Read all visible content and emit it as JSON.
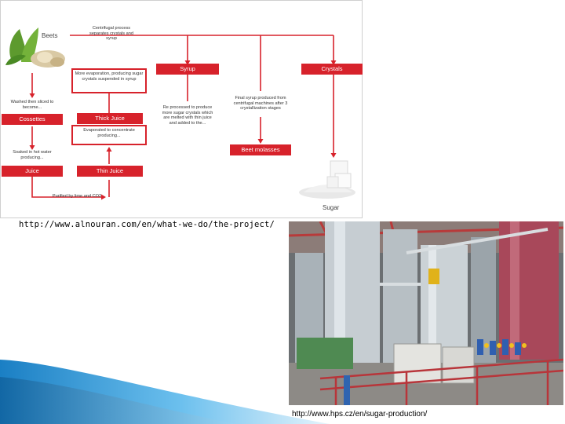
{
  "flow": {
    "beets": "Beets",
    "centrifugal_note": "Centrifugal process separates crystals and syrup",
    "syrup": "Syrup",
    "crystals": "Crystals",
    "evaporation_note": "More evaporation, producing sugar crystals suspended in syrup",
    "washed_note": "Washed then sliced to become...",
    "cossettes": "Cossettes",
    "thick_juice": "Thick Juice",
    "reprocessed_note": "Re processed to produce more sugar crystals which are melted with thin juice and added to the...",
    "final_syrup_note": "Final syrup produced from centrifugal machines after 3 crystallization stages",
    "concentrate_note": "Evaporated to concentrate producing...",
    "soaked_note": "Soaked in hot water producing...",
    "juice": "Juice",
    "thin_juice": "Thin Juice",
    "beet_molasses": "Beet molasses",
    "purified_note": "Purified by lime and CO2",
    "sugar": "Sugar"
  },
  "captions": {
    "source1": "http://www.alnouran.com/en/what-we-do/the-project/",
    "source2": "http://www.hps.cz/en/sugar-production/"
  },
  "colors": {
    "accent_red": "#d7222b",
    "slide_blue": "#2a8fd0"
  }
}
